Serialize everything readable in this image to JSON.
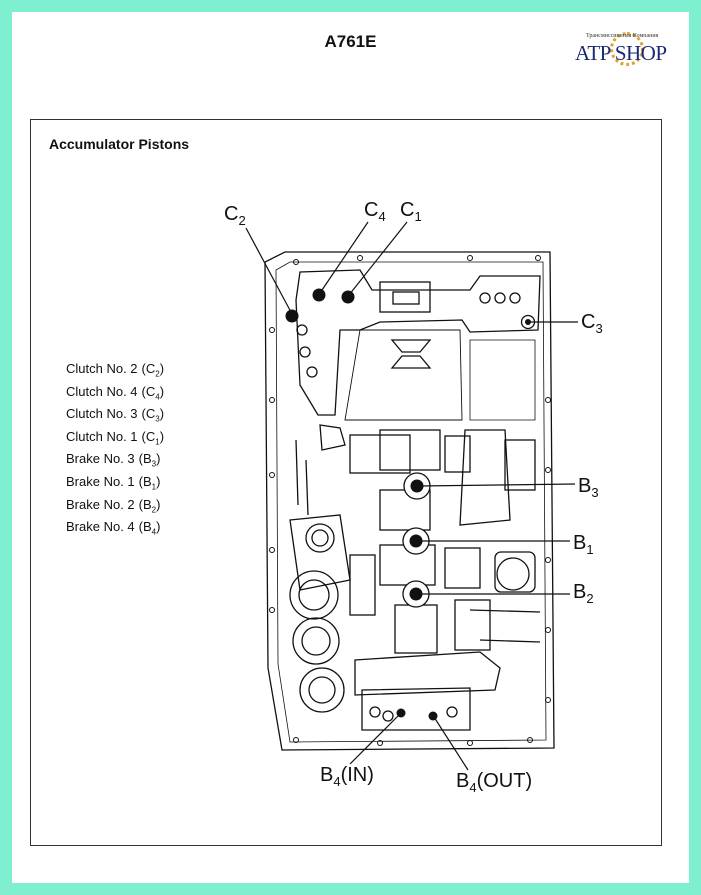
{
  "header": {
    "title": "A761E"
  },
  "logo": {
    "brand": "ATP SHOP",
    "tagline": "Трансмиссионная Компания"
  },
  "section": {
    "title": "Accumulator Pistons"
  },
  "legend": [
    {
      "text": "Clutch No. 2",
      "sym": "C",
      "sub": "2"
    },
    {
      "text": "Clutch No. 4",
      "sym": "C",
      "sub": "4"
    },
    {
      "text": "Clutch No. 3",
      "sym": "C",
      "sub": "3"
    },
    {
      "text": "Clutch No. 1",
      "sym": "C",
      "sub": "1"
    },
    {
      "text": "Brake No. 3",
      "sym": "B",
      "sub": "3"
    },
    {
      "text": "Brake No. 1",
      "sym": "B",
      "sub": "1"
    },
    {
      "text": "Brake No. 2",
      "sym": "B",
      "sub": "2"
    },
    {
      "text": "Brake No. 4",
      "sym": "B",
      "sub": "4"
    }
  ],
  "callouts": {
    "c2": {
      "main": "C",
      "sub": "2"
    },
    "c4": {
      "main": "C",
      "sub": "4"
    },
    "c1": {
      "main": "C",
      "sub": "1"
    },
    "c3": {
      "main": "C",
      "sub": "3"
    },
    "b3": {
      "main": "B",
      "sub": "3"
    },
    "b1": {
      "main": "B",
      "sub": "1"
    },
    "b2": {
      "main": "B",
      "sub": "2"
    },
    "b4in": {
      "main": "B",
      "sub": "4",
      "suffix": "(IN)"
    },
    "b4out": {
      "main": "B",
      "sub": "4",
      "suffix": "(OUT)"
    }
  },
  "colors": {
    "background": "#7ff0cf",
    "line": "#111111",
    "logo_brand": "#1d2a73",
    "logo_gear": "#d99a1e"
  }
}
